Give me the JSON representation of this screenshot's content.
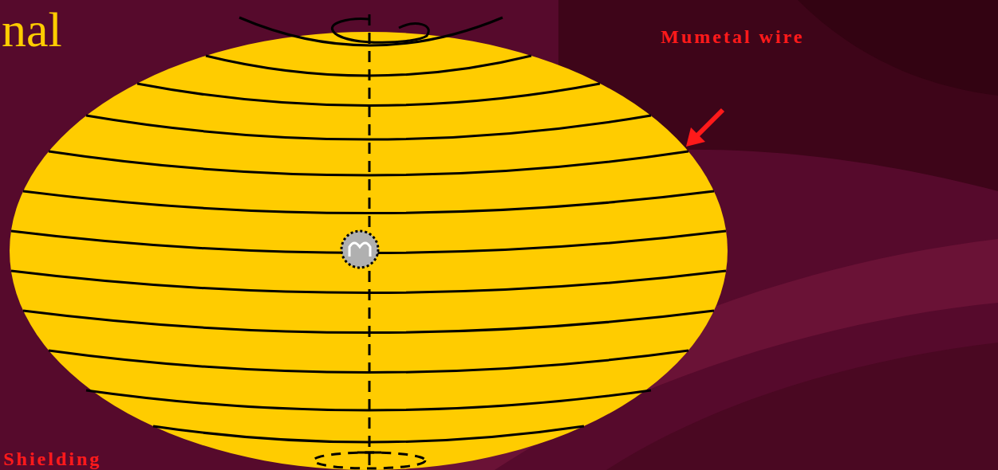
{
  "diagram": {
    "title": "nal",
    "labels": [
      "Mumetal wire",
      "Shielding"
    ]
  }
}
